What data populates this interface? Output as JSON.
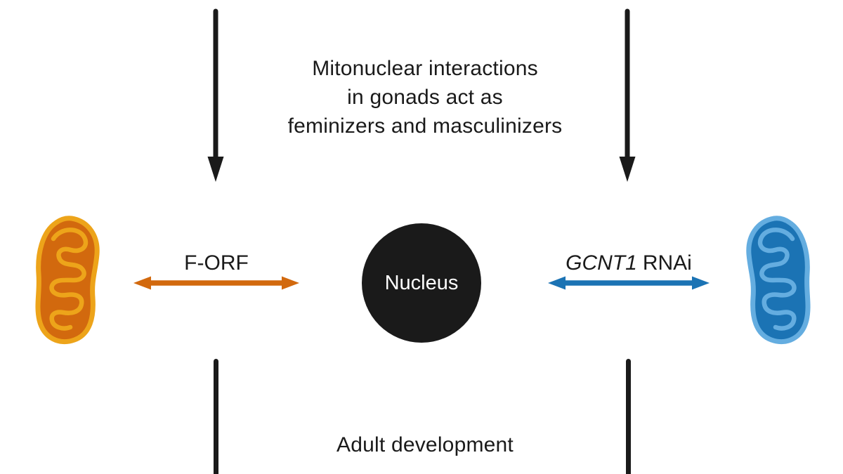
{
  "colors": {
    "background": "#ffffff",
    "ink": "#1a1a1a",
    "orange": "#d2690e",
    "orange-light": "#eda41a",
    "blue": "#1b73b4",
    "blue-light": "#64ade0",
    "nucleus-label": "#ffffff"
  },
  "top_caption": {
    "line1": "Mitonuclear interactions",
    "line2": "in gonads act as",
    "line3": "feminizers and masculinizers"
  },
  "left_pathway": {
    "label": "F-ORF"
  },
  "right_pathway": {
    "gene": "GCNT1",
    "treatment": "RNAi"
  },
  "nucleus": {
    "label": "Nucleus"
  },
  "bottom_caption": {
    "label": "Adult development"
  },
  "icons": {
    "left_organelle": "mitochondrion-icon",
    "right_organelle": "mitochondrion-icon",
    "top_flow": "arrow-down-icon",
    "bottom_flow": "vertical-line",
    "interaction": "double-headed-arrow-icon"
  }
}
